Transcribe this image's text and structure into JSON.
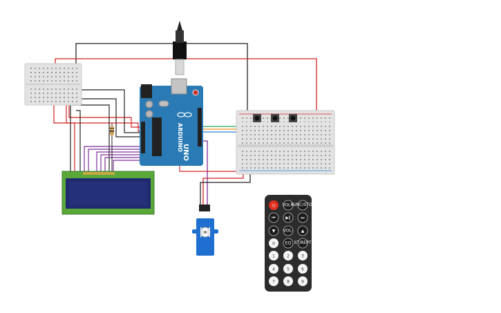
{
  "arduino": {
    "brand": "ARDUINO",
    "model": "UNO"
  },
  "remote": {
    "buttons": [
      {
        "label": "⏻",
        "kind": "power"
      },
      {
        "label": "VOL+",
        "kind": "text"
      },
      {
        "label": "FUNC/STOP",
        "kind": "text"
      },
      {
        "label": "⏮",
        "kind": "icon"
      },
      {
        "label": "▶‖",
        "kind": "icon"
      },
      {
        "label": "⏭",
        "kind": "icon"
      },
      {
        "label": "▼",
        "kind": "icon"
      },
      {
        "label": "VOL-",
        "kind": "text"
      },
      {
        "label": "▲",
        "kind": "icon"
      },
      {
        "label": "0",
        "kind": "num"
      },
      {
        "label": "EQ",
        "kind": "text"
      },
      {
        "label": "ST/REPT",
        "kind": "text"
      },
      {
        "label": "1",
        "kind": "num"
      },
      {
        "label": "2",
        "kind": "num"
      },
      {
        "label": "3",
        "kind": "num"
      },
      {
        "label": "4",
        "kind": "num"
      },
      {
        "label": "5",
        "kind": "num"
      },
      {
        "label": "6",
        "kind": "num"
      },
      {
        "label": "7",
        "kind": "num"
      },
      {
        "label": "8",
        "kind": "num"
      },
      {
        "label": "9",
        "kind": "num"
      }
    ]
  },
  "colors": {
    "wire_black": "#222222",
    "wire_red": "#d42222",
    "wire_purple": "#7b2d9b",
    "wire_green": "#27a84a",
    "wire_orange": "#f08a18",
    "wire_blue": "#2a7ad8",
    "arduino_blue": "#2a7bb5",
    "lcd_green": "#5aa83a",
    "lcd_screen": "#1f2a6e",
    "servo_blue": "#1e6fd0",
    "remote_body": "#2c2c2c"
  }
}
